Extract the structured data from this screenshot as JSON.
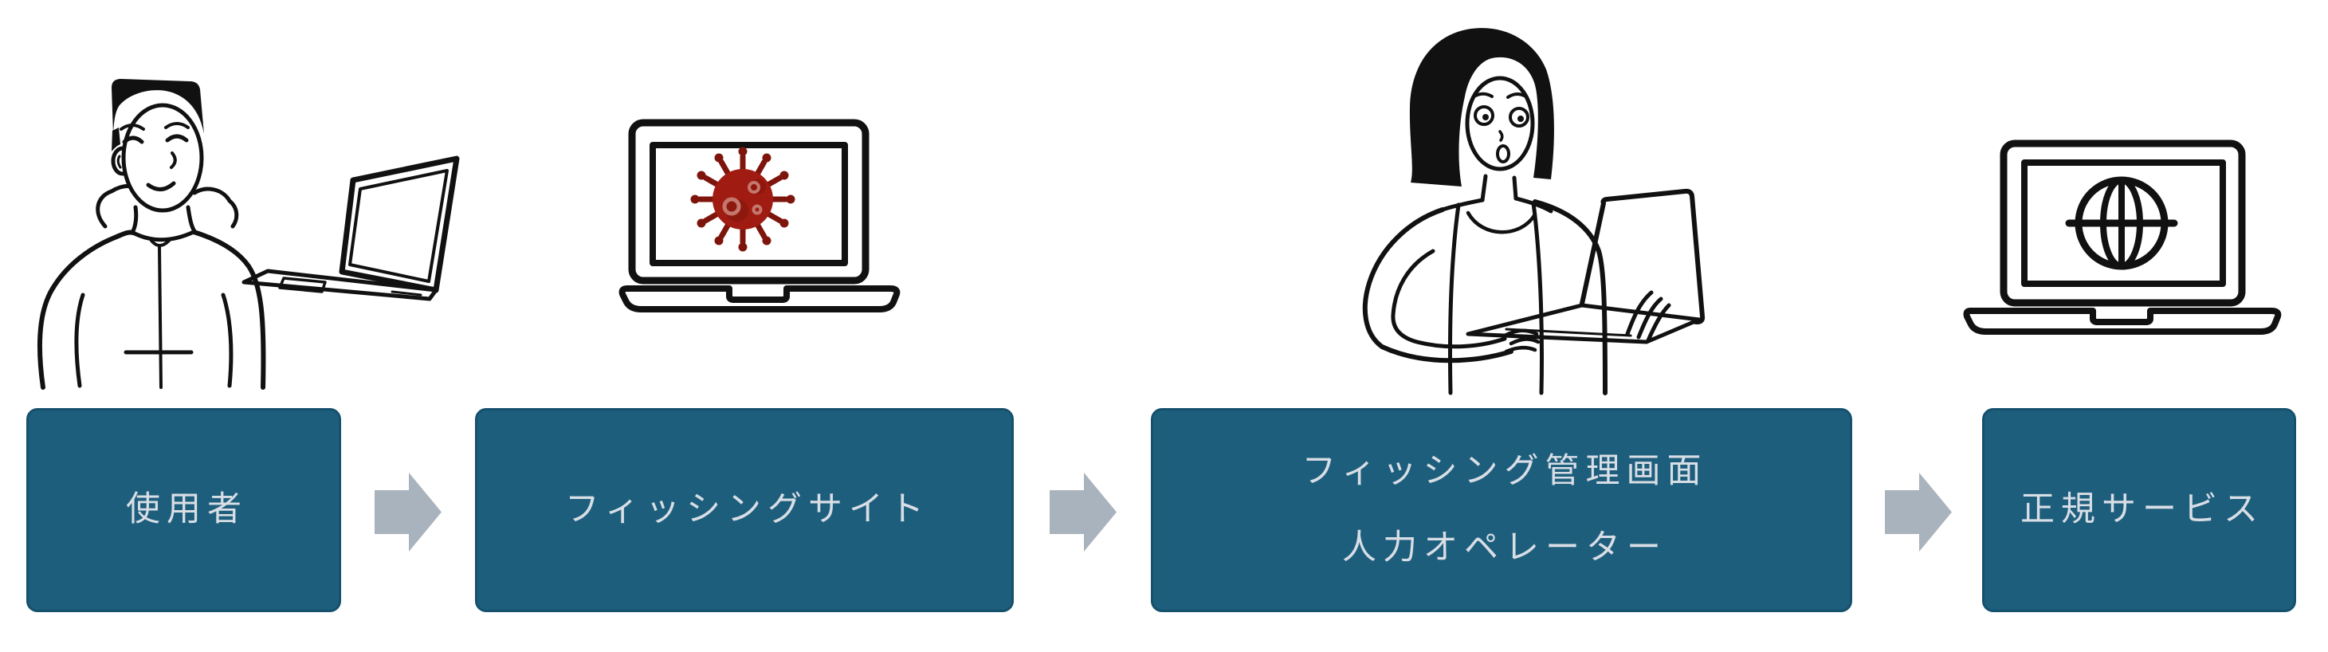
{
  "diagram": {
    "nodes": [
      {
        "id": "user",
        "label": "使用者",
        "illustration": "man-with-laptop"
      },
      {
        "id": "phishing-site",
        "label": "フィッシングサイト",
        "illustration": "laptop-with-virus"
      },
      {
        "id": "phishing-admin",
        "label_line1": "フィッシング管理画面",
        "label_line2": "人力オペレーター",
        "illustration": "woman-with-laptop"
      },
      {
        "id": "legit-service",
        "label": "正規サービス",
        "illustration": "laptop-with-globe"
      }
    ],
    "connector_icon": "right-block-arrow",
    "colors": {
      "background": "#ffffff",
      "box_fill": "#1E5E7D",
      "box_border": "#15506C",
      "box_text": "#D8DEE5",
      "arrow": "#A9B3BE",
      "line_art": "#111111",
      "virus_body": "#A01B11",
      "virus_spikes": "#7E150C",
      "virus_rings": "#C4776D"
    }
  }
}
